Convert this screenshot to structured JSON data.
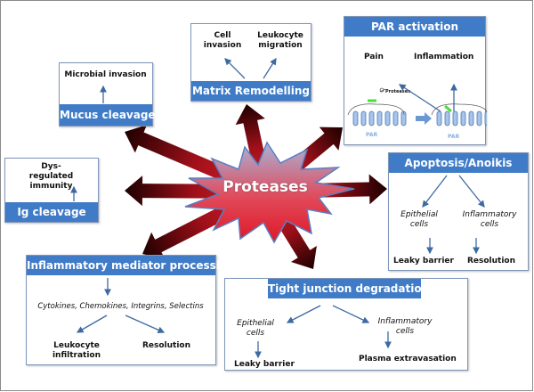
{
  "center": {
    "label": "Proteases"
  },
  "colors": {
    "header_blue": "#3f7bc7",
    "arrow_dark": "#2a0000",
    "arrow_red": "#c0141c",
    "burst_top": "#a9b3d9",
    "burst_bottom": "#e02030",
    "flow_arrow": "#3e6aa2"
  },
  "boxes": {
    "mucus": {
      "title": "Mucus cleavage",
      "outcome": "Microbial invasion"
    },
    "matrix": {
      "title": "Matrix Remodelling",
      "outcomes": [
        "Cell invasion",
        "Leukocyte migration"
      ]
    },
    "par": {
      "title": "PAR activation",
      "outcomes": [
        "Pain",
        "Inflammation"
      ],
      "proteases_label": "Proteases",
      "receptor_label_before": "PAR",
      "receptor_label_after": "PAR"
    },
    "ig": {
      "title": "Ig cleavage",
      "outcome": "Dys-regulated immunity"
    },
    "apoptosis": {
      "title": "Apoptosis/Anoikis",
      "branches": [
        {
          "cells": "Epithelial cells",
          "outcome": "Leaky barrier"
        },
        {
          "cells": "Inflammatory cells",
          "outcome": "Resolution"
        }
      ]
    },
    "mediator": {
      "title": "Inflammatory mediator processing",
      "mediators": "Cytokines, Chemokines, Integrins, Selectins",
      "outcomes": [
        "Leukocyte infiltration",
        "Resolution"
      ]
    },
    "tight": {
      "title": "Tight junction degradation",
      "branches": [
        {
          "cells": "Epithelial cells",
          "outcome": "Leaky barrier"
        },
        {
          "cells": "Inflammatory cells",
          "outcome": "Plasma extravasation"
        }
      ]
    }
  }
}
